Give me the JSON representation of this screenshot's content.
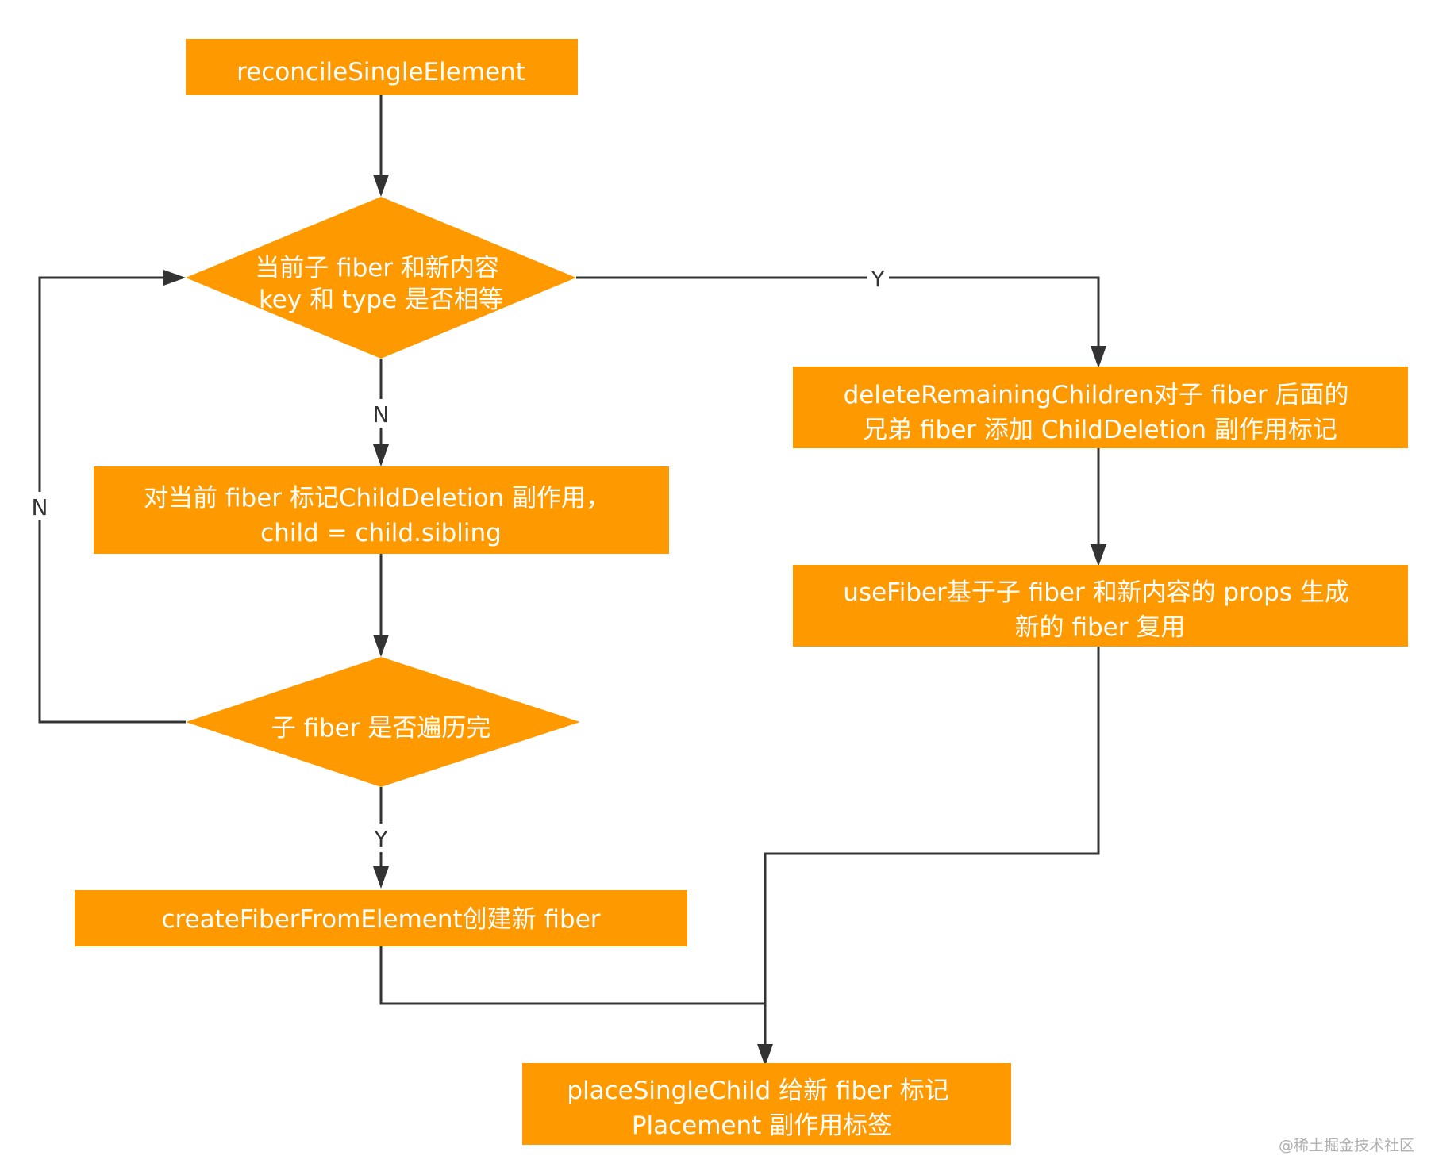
{
  "colors": {
    "node_fill": "#FF9900",
    "node_text": "#FFFFFF",
    "edge": "#333333",
    "watermark": "#B0B0B0"
  },
  "nodes": {
    "start": {
      "lines": [
        "reconcileSingleElement"
      ]
    },
    "decision_key_type": {
      "lines": [
        "当前子 fiber 和新内容",
        "key 和 type 是否相等"
      ]
    },
    "mark_deletion": {
      "lines": [
        "对当前 fiber 标记ChildDeletion 副作用，",
        "child = child.sibling"
      ]
    },
    "decision_traversed": {
      "lines": [
        "子 fiber 是否遍历完"
      ]
    },
    "create_fiber": {
      "lines": [
        "createFiberFromElement创建新 fiber"
      ]
    },
    "delete_remaining": {
      "lines": [
        "deleteRemainingChildren对子 fiber 后面的",
        "兄弟 fiber 添加 ChildDeletion 副作用标记"
      ]
    },
    "use_fiber": {
      "lines": [
        "useFiber基于子 fiber 和新内容的 props 生成",
        "新的 fiber 复用"
      ]
    },
    "place_child": {
      "lines": [
        "placeSingleChild 给新 fiber 标记",
        "Placement 副作用标签"
      ]
    }
  },
  "edge_labels": {
    "key_type_no": "N",
    "key_type_yes": "Y",
    "traversed_no": "N",
    "traversed_yes": "Y"
  },
  "watermark": "@稀土掘金技术社区"
}
